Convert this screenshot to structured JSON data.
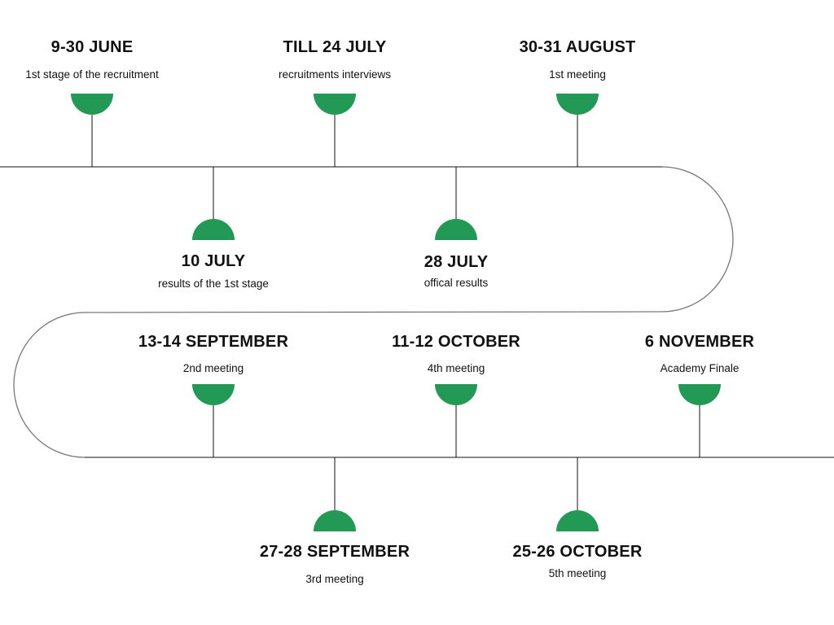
{
  "colors": {
    "marker": "#229955",
    "line": "#111111",
    "curve": "#777777"
  },
  "events": [
    {
      "date": "9-30 JUNE",
      "description": "1st stage of the recruitment"
    },
    {
      "date": "10 JULY",
      "description": "results of the 1st stage"
    },
    {
      "date": "TILL 24 JULY",
      "description": "recruitments interviews"
    },
    {
      "date": "28 JULY",
      "description": "offical results"
    },
    {
      "date": "30-31 AUGUST",
      "description": "1st meeting"
    },
    {
      "date": "13-14 SEPTEMBER",
      "description": "2nd meeting"
    },
    {
      "date": "27-28 SEPTEMBER",
      "description": "3rd meeting"
    },
    {
      "date": "11-12 OCTOBER",
      "description": "4th meeting"
    },
    {
      "date": "25-26 OCTOBER",
      "description": "5th meeting"
    },
    {
      "date": "6 NOVEMBER",
      "description": "Academy Finale"
    }
  ]
}
